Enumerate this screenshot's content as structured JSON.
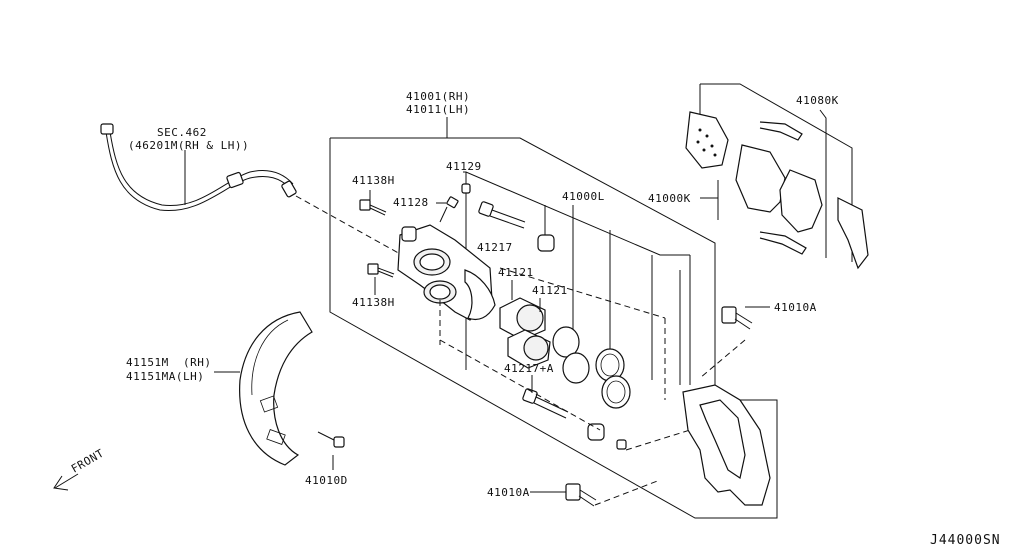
{
  "diagram": {
    "drawing_code": "J44000SN",
    "front_label": "FRONT",
    "labels": {
      "sec462": "SEC.462",
      "hose": "(46201M(RH & LH))",
      "caliper_rh": "41001(RH)",
      "caliper_lh": "41011(LH)",
      "p41129": "41129",
      "p41128": "41128",
      "p41138h_top": "41138H",
      "p41138h_bot": "41138H",
      "p41217": "41217",
      "p41121_a": "41121",
      "p41121_b": "41121",
      "p41000l": "41000L",
      "p41217a": "41217+A",
      "p41080k": "41080K",
      "p41000k": "41000K",
      "p41010a_top": "41010A",
      "p41010a_bot": "41010A",
      "shield_rh": "41151M  (RH)",
      "shield_lh": "41151MA(LH)",
      "p41010d": "41010D"
    }
  }
}
